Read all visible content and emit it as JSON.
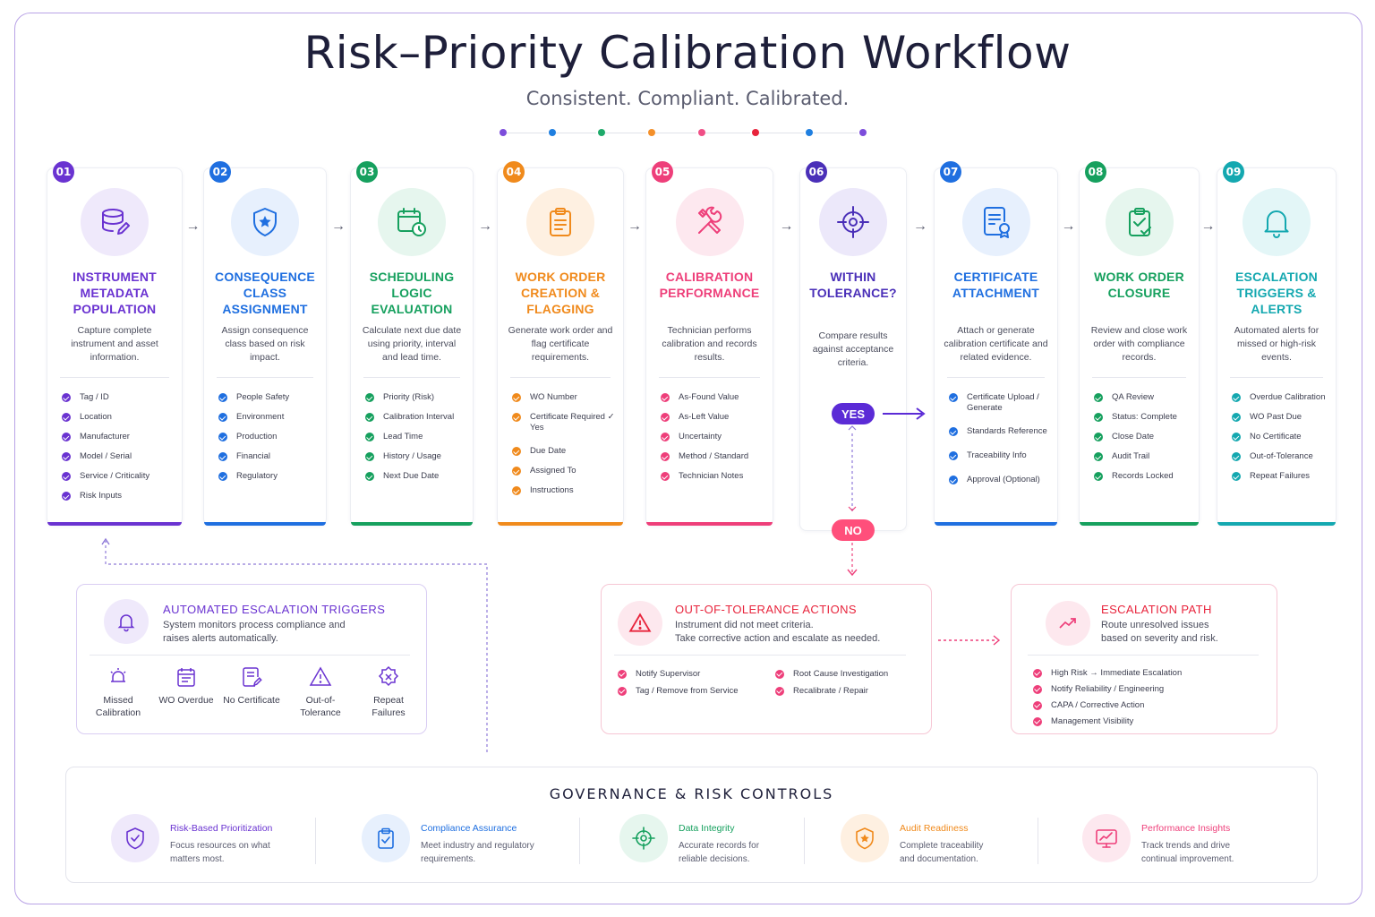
{
  "title": "Risk–Priority Calibration Workflow",
  "subtitle": "Consistent. Compliant. Calibrated.",
  "dot_colors": [
    "#7c4ddb",
    "#1f7fe0",
    "#1eaa6a",
    "#f4902a",
    "#f04f86",
    "#e8243c",
    "#1f7fe0",
    "#7c4ddb"
  ],
  "steps": [
    {
      "num": "01",
      "color": "#6a33d1",
      "title": "INSTRUMENT METADATA POPULATION",
      "desc": "Capture complete instrument and asset information.",
      "items": [
        "Tag / ID",
        "Location",
        "Manufacturer",
        "Model / Serial",
        "Service / Criticality",
        "Risk Inputs"
      ],
      "icon": "database-edit-icon"
    },
    {
      "num": "02",
      "color": "#1f6fe0",
      "title": "CONSEQUENCE CLASS ASSIGNMENT",
      "desc": "Assign consequence class based on risk impact.",
      "items": [
        "People Safety",
        "Environment",
        "Production",
        "Financial",
        "Regulatory"
      ],
      "icon": "shield-star-icon"
    },
    {
      "num": "03",
      "color": "#16a05e",
      "title": "SCHEDULING LOGIC EVALUATION",
      "desc": "Calculate next due date using priority, interval and lead time.",
      "items": [
        "Priority (Risk)",
        "Calibration Interval",
        "Lead Time",
        "History / Usage",
        "Next Due Date"
      ],
      "icon": "calendar-clock-icon"
    },
    {
      "num": "04",
      "color": "#f08a1c",
      "title": "WORK ORDER CREATION & FLAGGING",
      "desc": "Generate work order and flag certificate requirements.",
      "items": [
        "WO Number",
        "Certificate Required ✓ Yes",
        "Due Date",
        "Assigned To",
        "Instructions"
      ],
      "icon": "clipboard-icon"
    },
    {
      "num": "05",
      "color": "#ee3f7a",
      "title": "CALIBRATION PERFORMANCE",
      "desc": "Technician performs calibration and records results.",
      "items": [
        "As-Found Value",
        "As-Left Value",
        "Uncertainty",
        "Method / Standard",
        "Technician Notes"
      ],
      "icon": "tools-icon"
    },
    {
      "num": "06",
      "color": "#4a2fb8",
      "title": "WITHIN TOLERANCE?",
      "desc": "Compare results against acceptance criteria.",
      "items": [],
      "icon": "crosshair-icon"
    },
    {
      "num": "07",
      "color": "#1f6fe0",
      "title": "CERTIFICATE ATTACHMENT",
      "desc": "Attach or generate calibration certificate and related evidence.",
      "items": [
        "Certificate Upload / Generate",
        "Standards Reference",
        "Traceability Info",
        "Approval (Optional)"
      ],
      "icon": "certificate-icon"
    },
    {
      "num": "08",
      "color": "#16a05e",
      "title": "WORK ORDER CLOSURE",
      "desc": "Review and close work order with compliance records.",
      "items": [
        "QA Review",
        "Status: Complete",
        "Close Date",
        "Audit Trail",
        "Records Locked"
      ],
      "icon": "clipboard-check-icon"
    },
    {
      "num": "09",
      "color": "#14a8b0",
      "title": "ESCALATION TRIGGERS & ALERTS",
      "desc": "Automated alerts for missed or high-risk events.",
      "items": [
        "Overdue Calibration",
        "WO Past Due",
        "No Certificate",
        "Out-of-Tolerance",
        "Repeat Failures"
      ],
      "icon": "bell-icon"
    }
  ],
  "decision": {
    "yes": "YES",
    "no": "NO"
  },
  "auto_panel": {
    "title": "AUTOMATED ESCALATION TRIGGERS",
    "desc": "System monitors process compliance and raises alerts automatically.",
    "triggers": [
      "Missed Calibration",
      "WO Overdue",
      "No Certificate",
      "Out-of- Tolerance",
      "Repeat Failures"
    ]
  },
  "oot_panel": {
    "title": "OUT-OF-TOLERANCE ACTIONS",
    "desc1": "Instrument did not meet criteria.",
    "desc2": "Take corrective action and escalate as needed.",
    "items": [
      "Notify Supervisor",
      "Tag / Remove from Service",
      "Root Cause Investigation",
      "Recalibrate / Repair"
    ]
  },
  "esc_panel": {
    "title": "ESCALATION PATH",
    "desc": "Route unresolved issues based on severity and risk.",
    "items": [
      "High Risk → Immediate Escalation",
      "Notify Reliability / Engineering",
      "CAPA / Corrective Action",
      "Management Visibility"
    ]
  },
  "governance": {
    "title": "GOVERNANCE & RISK CONTROLS",
    "items": [
      {
        "title": "Risk-Based Prioritization",
        "d1": "Focus resources on what",
        "d2": "matters most.",
        "color": "#6a33d1"
      },
      {
        "title": "Compliance Assurance",
        "d1": "Meet industry and regulatory",
        "d2": "requirements.",
        "color": "#1f6fe0"
      },
      {
        "title": "Data Integrity",
        "d1": "Accurate records for",
        "d2": "reliable decisions.",
        "color": "#16a05e"
      },
      {
        "title": "Audit Readiness",
        "d1": "Complete traceability",
        "d2": "and documentation.",
        "color": "#f08a1c"
      },
      {
        "title": "Performance Insights",
        "d1": "Track trends and drive",
        "d2": "continual improvement.",
        "color": "#ee3f7a"
      }
    ]
  }
}
